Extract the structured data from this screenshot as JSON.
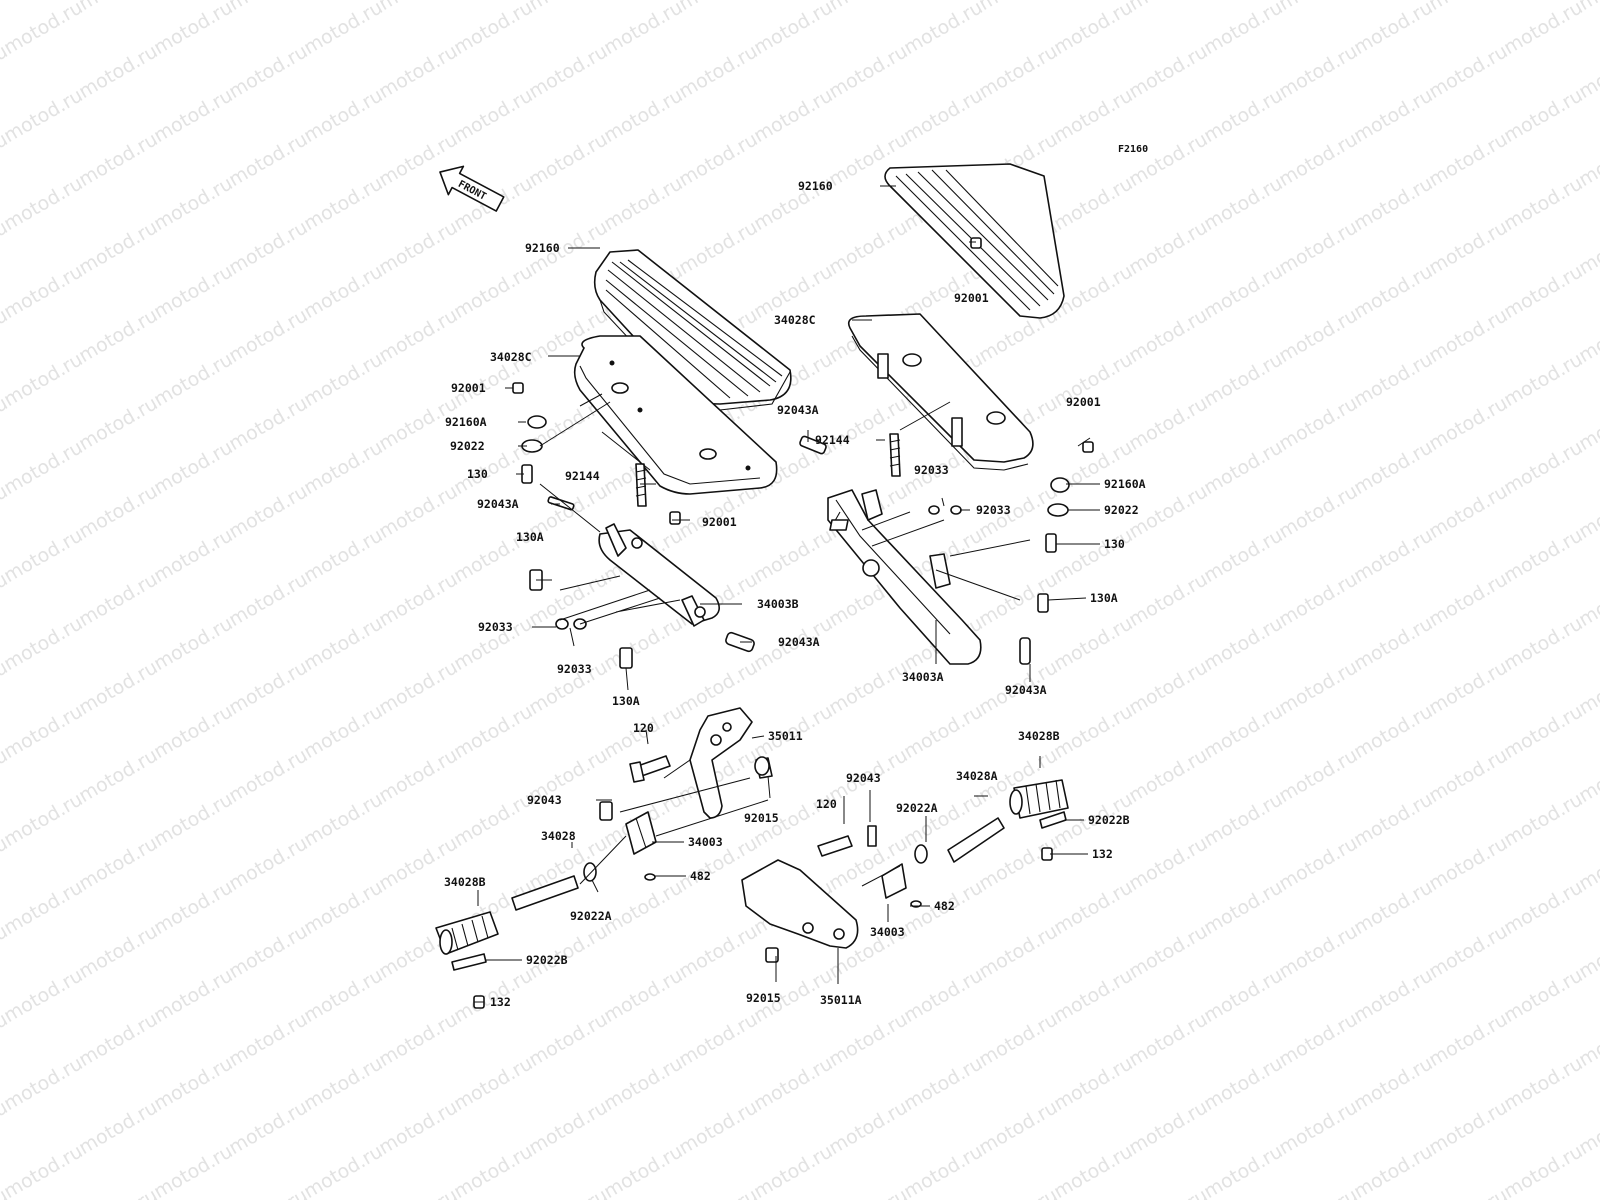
{
  "figure_code": "F2160",
  "front_label": "FRONT",
  "watermark": "motod.ru",
  "labels": {
    "l_92160": "92160",
    "l_34028c": "34028C",
    "l_92001a": "92001",
    "l_92160a": "92160A",
    "l_92022": "92022",
    "l_130": "130",
    "l_92043a": "92043A",
    "l_92144": "92144",
    "l_92001b": "92001",
    "l_130a": "130A",
    "l_34003b": "34003B",
    "l_92033a": "92033",
    "l_92033b": "92033",
    "l_92043a2": "92043A",
    "l_130a2": "130A",
    "r_92160": "92160",
    "r_92001a": "92001",
    "r_34028c": "34028C",
    "r_92001b": "92001",
    "r_92043a": "92043A",
    "r_92144": "92144",
    "r_92033a": "92033",
    "r_92033b": "92033",
    "r_92160a": "92160A",
    "r_92022": "92022",
    "r_130": "130",
    "r_130a": "130A",
    "r_34003a": "34003A",
    "r_92043a2": "92043A",
    "b_120": "120",
    "b_35011": "35011",
    "b_92043": "92043",
    "b_92015": "92015",
    "b_34028": "34028",
    "b_34003": "34003",
    "b_482": "482",
    "b_34028b": "34028B",
    "b_92022a": "92022A",
    "b_92022b": "92022B",
    "b_132": "132",
    "c_92043": "92043",
    "c_120": "120",
    "c_92022a": "92022A",
    "c_34028a": "34028A",
    "c_34028b": "34028B",
    "c_92022b": "92022B",
    "c_132": "132",
    "c_482": "482",
    "c_34003": "34003",
    "c_92015": "92015",
    "c_35011a": "35011A"
  }
}
